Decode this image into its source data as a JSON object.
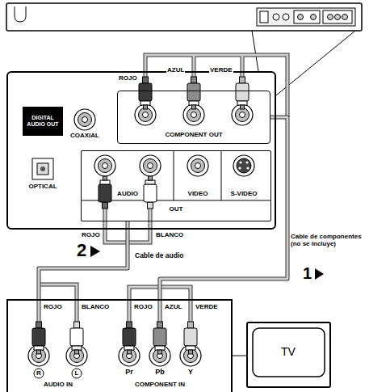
{
  "diagram": {
    "nodes": [
      {
        "text": [
          "COAXIAL",
          "OPTICAL"
        ]
      },
      {
        "text": [
          "DIGITAL AUDIO OUT"
        ],
        "in": 0
      },
      {
        "text": [
          "COMPONENT OUT"
        ],
        "in": 0
      },
      {
        "text": [
          "AUDIO",
          "VIDEO",
          "S-VIDEO",
          "OUT"
        ],
        "in": 0
      },
      {
        "text": [
          "AUDIO IN",
          "COMPONENT IN"
        ]
      },
      {
        "text": [
          "TV"
        ]
      }
    ],
    "edges": [
      {
        "from": 2,
        "to": 4,
        "arrow": "none",
        "label": "Cable de componentes (no se incluye)"
      },
      {
        "from": 3,
        "to": 4,
        "arrow": "none",
        "label": "Cable de audio"
      },
      {
        "from": 4,
        "to": 5,
        "arrow": "none"
      }
    ],
    "labels": [
      "ROJO",
      "AZUL",
      "VERDE",
      "ROJO",
      "BLANCO",
      "2",
      "1",
      "ROJO",
      "BLANCO",
      "ROJO",
      "AZUL",
      "VERDE",
      "R",
      "L",
      "Pr",
      "Pb",
      "Y"
    ]
  }
}
